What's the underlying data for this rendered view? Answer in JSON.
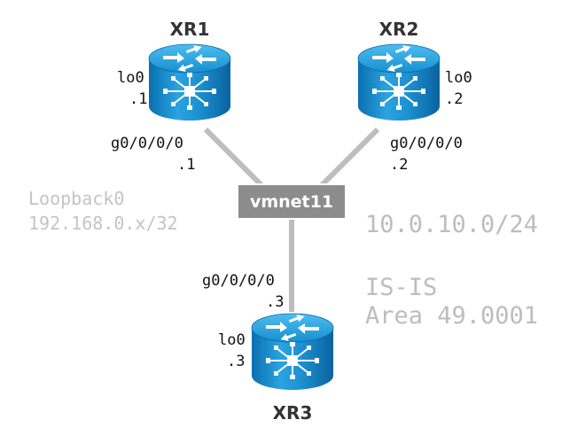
{
  "routers": [
    {
      "name": "XR1",
      "lo_label": "lo0",
      "lo_addr": ".1",
      "if_name": "g0/0/0/0",
      "if_addr": ".1"
    },
    {
      "name": "XR2",
      "lo_label": "lo0",
      "lo_addr": ".2",
      "if_name": "g0/0/0/0",
      "if_addr": ".2"
    },
    {
      "name": "XR3",
      "lo_label": "lo0",
      "lo_addr": ".3",
      "if_name": "g0/0/0/0",
      "if_addr": ".3"
    }
  ],
  "switch": {
    "label": "vmnet11"
  },
  "loopback_note": {
    "line1": "Loopback0",
    "line2": "192.168.0.x/32"
  },
  "subnet": "10.0.10.0/24",
  "isis": {
    "line1": "IS-IS",
    "line2": "Area 49.0001"
  },
  "colors": {
    "router_blue": "#1a8fd0",
    "link_gray": "#bdbdbd",
    "switch_gray": "#8c8c8c"
  }
}
